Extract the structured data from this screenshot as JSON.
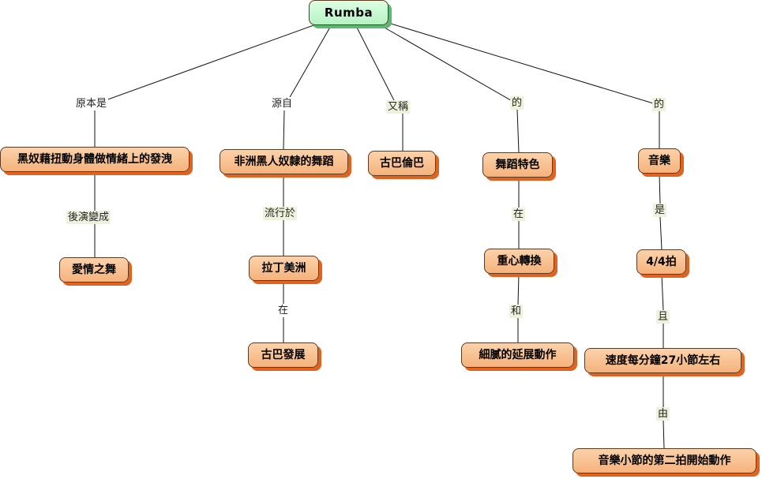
{
  "root": {
    "label": "Rumba"
  },
  "branches": [
    {
      "link": "原本是",
      "node": "黑奴藉扭動身體做情緒上的發洩"
    },
    {
      "link": "後演變成",
      "node": "愛情之舞"
    },
    {
      "link": "源自",
      "node": "非洲黑人奴隸的舞蹈"
    },
    {
      "link": "流行於",
      "node": "拉丁美洲"
    },
    {
      "link": "在",
      "node": "古巴發展"
    },
    {
      "link": "又稱",
      "node": "古巴倫巴"
    },
    {
      "link": "的",
      "node": "舞蹈特色"
    },
    {
      "link": "在",
      "node": "重心轉換"
    },
    {
      "link": "和",
      "node": "細膩的延展動作"
    },
    {
      "link": "的",
      "node": "音樂"
    },
    {
      "link": "是",
      "node": "4/4拍"
    },
    {
      "link": "且",
      "node": "速度每分鐘27小節左右"
    },
    {
      "link": "由",
      "node": "音樂小節的第二拍開始動作"
    }
  ]
}
